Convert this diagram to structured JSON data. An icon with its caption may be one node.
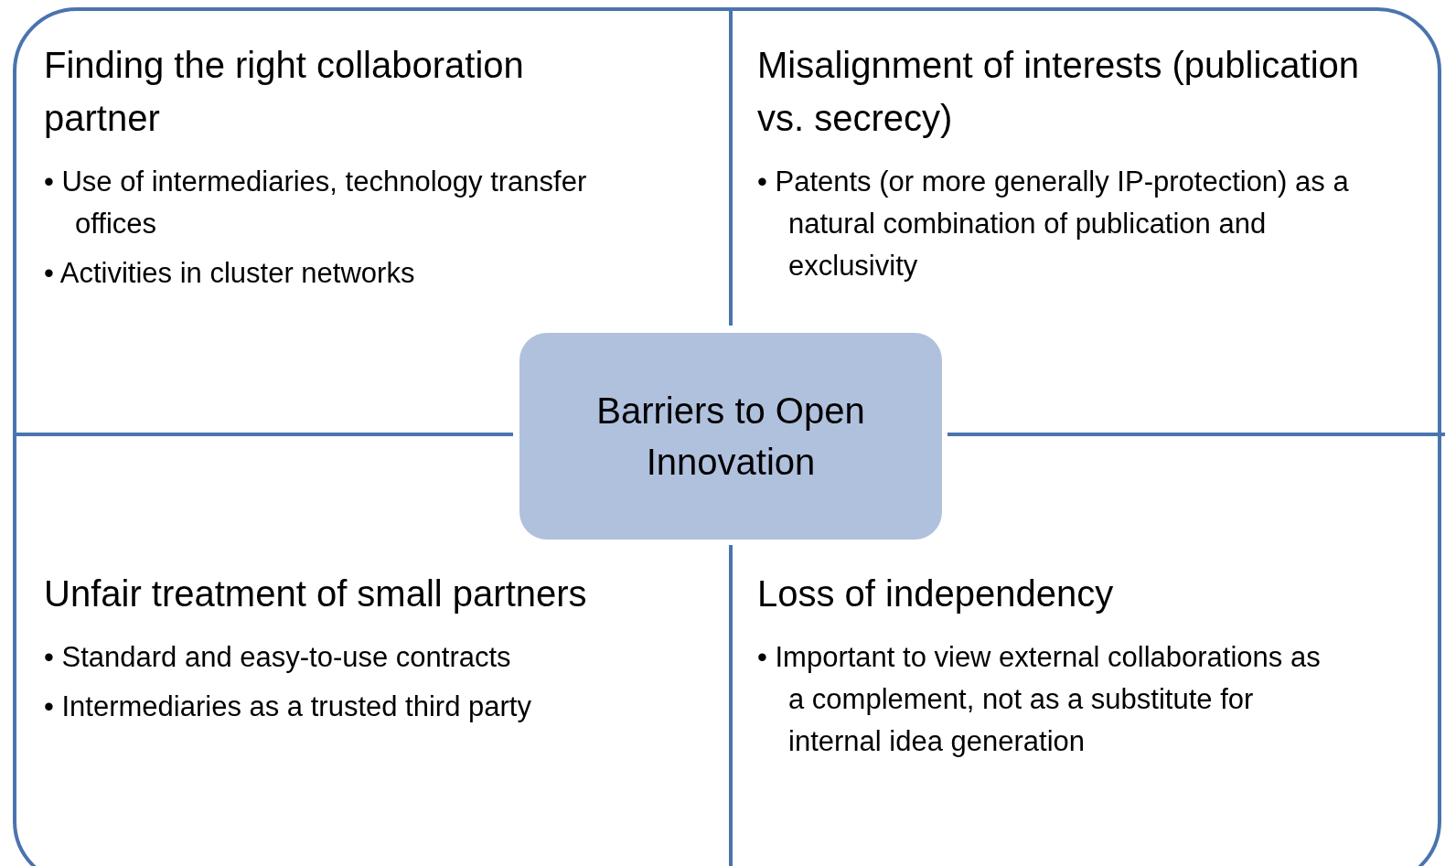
{
  "diagram": {
    "nodes": [
      {
        "text": [],
        "shape": "box"
      },
      {
        "text": [
          "Finding the right collaboration partner",
          "• Use of intermediaries, technology transfer offices",
          "• Activities in cluster networks"
        ],
        "in": 0
      },
      {
        "text": [
          "Misalignment of interests (publication vs. secrecy)",
          "• Patents (or more generally IP-protection) as a natural combination of publication and exclusivity"
        ],
        "in": 0
      },
      {
        "text": [
          "Barriers to Open Innovation"
        ],
        "in": 0
      },
      {
        "text": [
          "Unfair treatment of small partners",
          "• Standard and easy-to-use contracts",
          "• Intermediaries as a trusted third party"
        ],
        "in": 0
      },
      {
        "text": [
          "Loss of independency",
          "• Important to view external collaborations as a complement, not as a substitute for internal idea generation"
        ],
        "in": 0
      }
    ],
    "edges": []
  }
}
